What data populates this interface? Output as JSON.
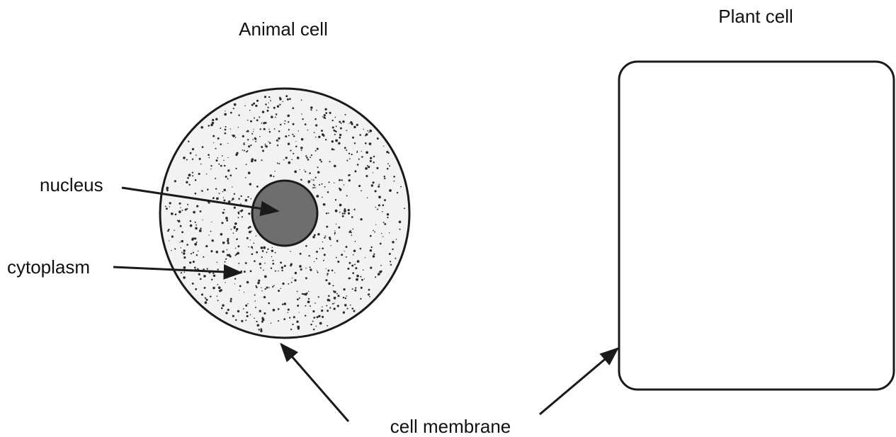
{
  "animal_cell": {
    "title": "Animal cell",
    "labels": {
      "nucleus": "nucleus",
      "cytoplasm": "cytoplasm"
    }
  },
  "plant_cell": {
    "title": "Plant cell"
  },
  "shared_label": {
    "cell_membrane": "cell membrane"
  },
  "colors": {
    "outline": "#1a1a1a",
    "cytoplasm_fill": "#f2f2f2",
    "cytoplasm_dots": "#2b2b2b",
    "nucleus_fill": "#6e6e6e"
  }
}
